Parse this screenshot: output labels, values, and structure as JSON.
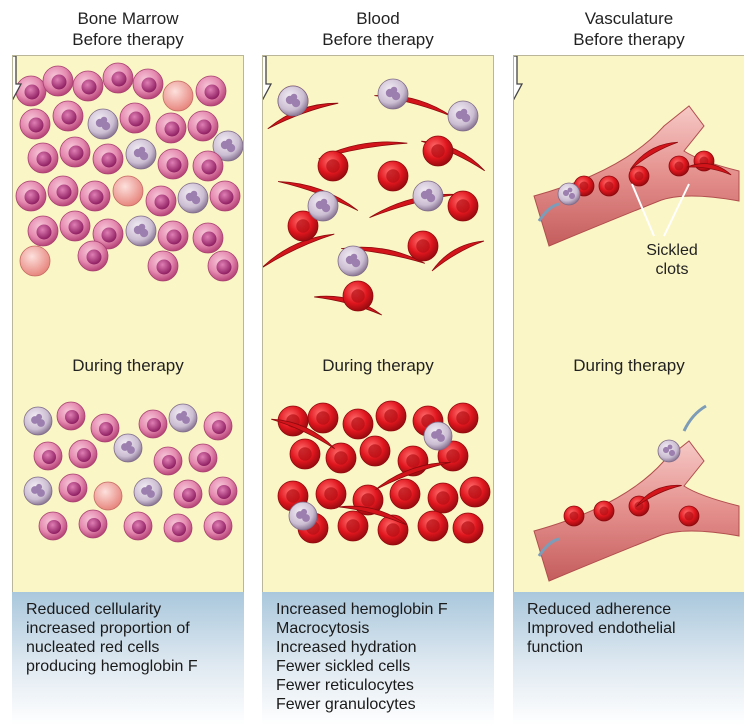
{
  "columns": [
    {
      "title_line1": "Bone Marrow",
      "title_line2": "Before therapy",
      "during_label": "During therapy",
      "caption_lines": [
        "Reduced cellularity",
        "increased proportion of",
        "nucleated red cells",
        "producing hemoglobin F"
      ]
    },
    {
      "title_line1": "Blood",
      "title_line2": "Before therapy",
      "during_label": "During therapy",
      "caption_lines": [
        "Increased hemoglobin F",
        "Macrocytosis",
        "Increased hydration",
        "Fewer sickled cells",
        "Fewer reticulocytes",
        "Fewer granulocytes"
      ]
    },
    {
      "title_line1": "Vasculature",
      "title_line2": "Before therapy",
      "during_label": "During therapy",
      "sickled_label_line1": "Sickled",
      "sickled_label_line2": "clots",
      "caption_lines": [
        "Reduced adherence",
        "Improved endothelial",
        "function"
      ]
    }
  ],
  "colors": {
    "panel_bg": "#fbf6c6",
    "nucleated_cell": "#d86a9c",
    "white_cell": "#c9b7cf",
    "red_cell": "#e0161e",
    "vessel": "#e89a9a",
    "caption_gradient_top": "#a9c7dc"
  }
}
